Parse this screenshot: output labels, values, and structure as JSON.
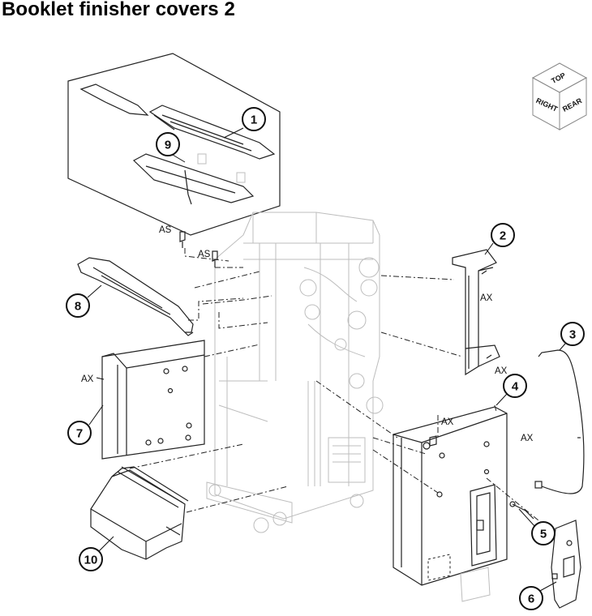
{
  "title": "Booklet finisher covers 2",
  "orientation_cube": {
    "top": "TOP",
    "right": "RIGHT",
    "rear": "REAR"
  },
  "callouts": [
    "1",
    "2",
    "3",
    "4",
    "5",
    "6",
    "7",
    "8",
    "9",
    "10"
  ],
  "labels": {
    "as": "AS",
    "ax": "AX"
  }
}
